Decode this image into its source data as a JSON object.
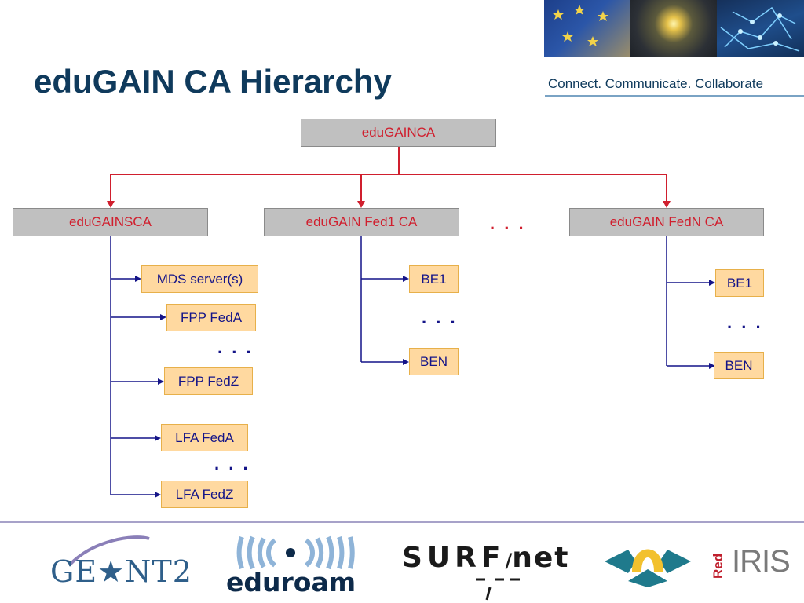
{
  "slide": {
    "title": "eduGAIN CA Hierarchy",
    "tagline": "Connect. Communicate. Collaborate"
  },
  "diagram": {
    "root": "eduGAINCA",
    "sca": "eduGAINSCA",
    "fed1": "eduGAIN Fed1 CA",
    "fedn": "eduGAIN FedN CA",
    "sca_children": [
      "MDS server(s)",
      "FPP FedA",
      "FPP FedZ",
      "LFA FedA",
      "LFA FedZ"
    ],
    "fed1_children": [
      "BE1",
      "BEN"
    ],
    "fedn_children": [
      "BE1",
      "BEN"
    ],
    "ellipsis": ". . ."
  },
  "colors": {
    "ca_text": "#d01f2e",
    "leaf_text": "#141488",
    "ca_connector": "#d01f2e",
    "leaf_connector": "#141488",
    "title": "#0f3a5c"
  },
  "footer": {
    "logos": [
      "GEANT2",
      "eduroam",
      "SURFnet",
      "RedIRIS"
    ],
    "geant": "GE★NT2",
    "eduroam_edu": "edu",
    "eduroam_roam": "roam",
    "surf": "SURF",
    "surf_net": "net",
    "rediris_red": "Red",
    "rediris_iris": "IRIS"
  }
}
